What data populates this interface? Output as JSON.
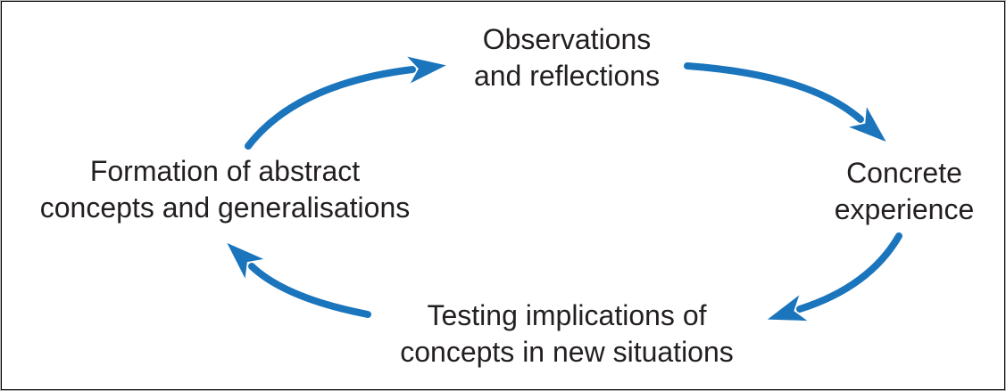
{
  "diagram": {
    "type": "cycle",
    "nodes": {
      "observations": {
        "position": "top",
        "lines": [
          "Observations",
          "and reflections"
        ]
      },
      "concrete": {
        "position": "right",
        "lines": [
          "Concrete",
          "experience"
        ]
      },
      "testing": {
        "position": "bottom",
        "lines": [
          "Testing implications of",
          "concepts in new situations"
        ]
      },
      "formation": {
        "position": "left",
        "lines": [
          "Formation of abstract",
          "concepts and generalisations"
        ]
      }
    },
    "edges": [
      {
        "from": "formation",
        "to": "observations"
      },
      {
        "from": "observations",
        "to": "concrete"
      },
      {
        "from": "concrete",
        "to": "testing"
      },
      {
        "from": "testing",
        "to": "formation"
      }
    ],
    "colors": {
      "arrow": "#1b75bc",
      "text": "#231f20",
      "background": "#ffffff",
      "border": "#000000"
    }
  }
}
